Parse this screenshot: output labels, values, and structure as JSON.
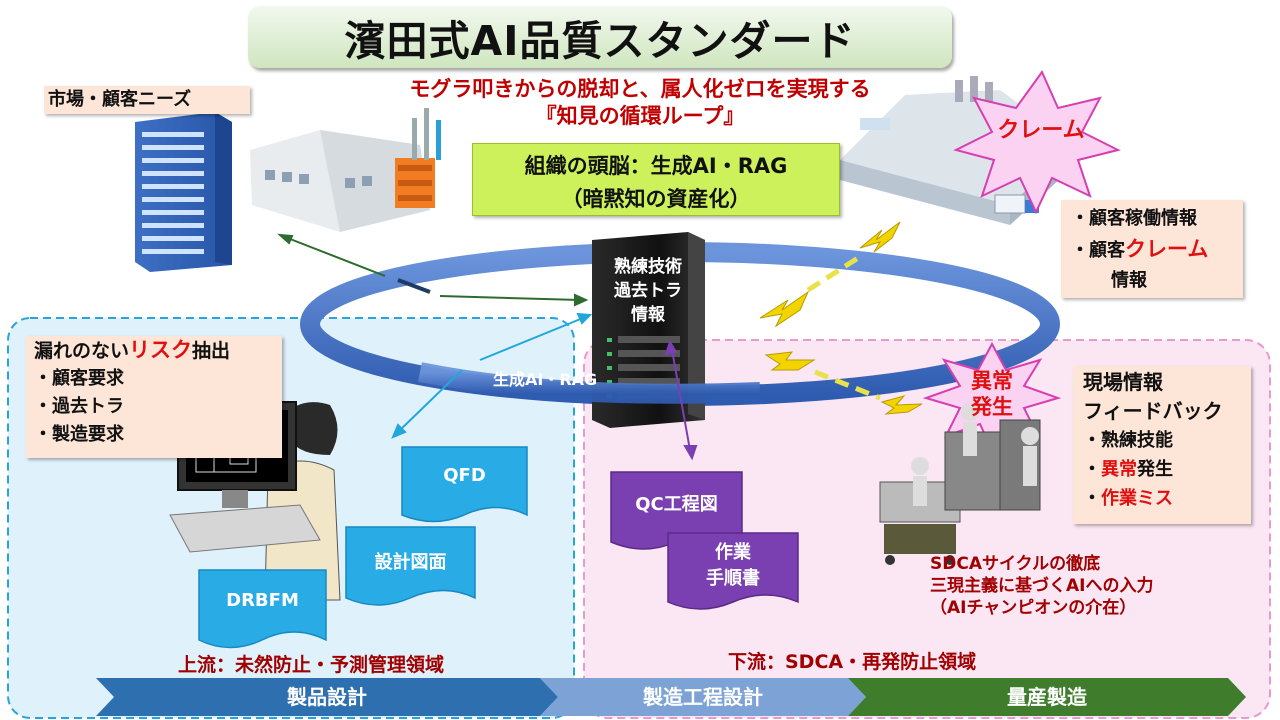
{
  "title": "濱田式AI品質スタンダード",
  "subtitle_line1": "モグラ叩きからの脱却と、属人化ゼロを実現する",
  "subtitle_line2": "『知見の循環ループ』",
  "market_label": "市場・顧客ニーズ",
  "brain": {
    "title": "組織の頭脳：生成AI・RAG",
    "sub": "（暗黙知の資産化）"
  },
  "server_text": [
    "熟練技術",
    "過去トラ",
    "情報"
  ],
  "ring_label": "生成AI・RAG",
  "claim_star": "クレーム",
  "anomaly_star": [
    "異常",
    "発生"
  ],
  "customer_info": {
    "line1": "・顧客稼働情報",
    "line2_a": "・顧客",
    "line2_b": "クレーム",
    "line3": "情報"
  },
  "risk": {
    "head_a": "漏れのない",
    "head_b": "リスク",
    "head_c": "抽出",
    "items": [
      "・顧客要求",
      "・過去トラ",
      "・製造要求"
    ]
  },
  "field": {
    "line1": "現場情報",
    "line2": "フィードバック",
    "line3": "・熟練技能",
    "line4_a": "・",
    "line4_b": "異常",
    "line4_c": "発生",
    "line5_a": "・",
    "line5_b": "作業ミス"
  },
  "docs": {
    "qfd": "QFD",
    "design_drawing": "設計図面",
    "drbfm": "DRBFM",
    "qc_process": "QC工程図",
    "work_a": "作業",
    "work_b": "手順書"
  },
  "sdca": [
    "SDCAサイクルの徹底",
    "三現主義に基づくAIへの入力",
    "（AIチャンピオンの介在）"
  ],
  "upstream_label": "上流：未然防止・予測管理領域",
  "downstream_label": "下流：SDCA・再発防止領域",
  "phases": [
    "製品設計",
    "製造工程設計",
    "量産製造"
  ],
  "colors": {
    "title_bg": "#d4e8c4",
    "brain_bg": "#ccf15a",
    "ring": "#4a78c8",
    "phase_design": "#2e6fb0",
    "phase_process": "#7da2d6",
    "phase_mass": "#3f7d2d",
    "doc_blue": "#2aa9e6",
    "doc_purple": "#7a3fb0",
    "accent_red": "#e01010"
  },
  "icons": [
    "building-icon",
    "factory-icon",
    "warehouse-icon",
    "server-icon",
    "engineer-computer-icon",
    "workers-icon",
    "lightning-icon",
    "star-burst-icon"
  ]
}
